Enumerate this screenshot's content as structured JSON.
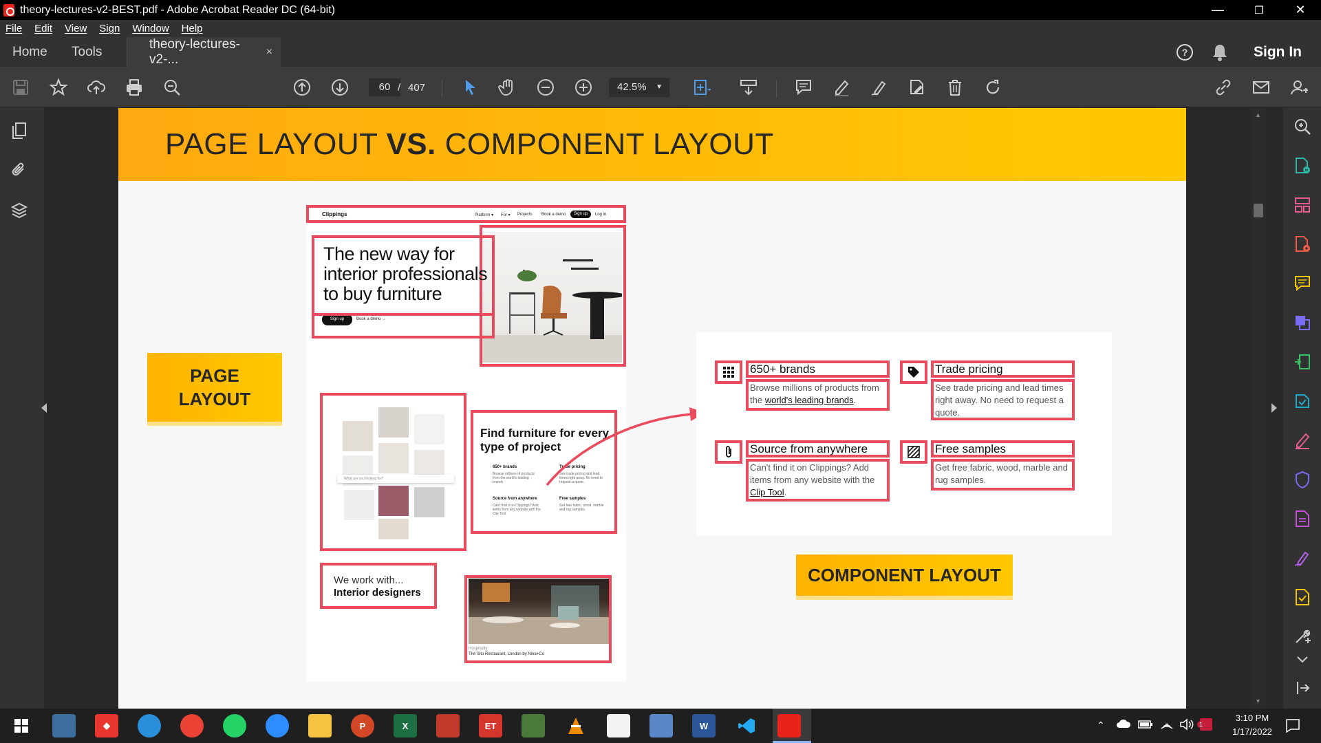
{
  "window": {
    "title": "theory-lectures-v2-BEST.pdf - Adobe Acrobat Reader DC (64-bit)",
    "minimize": "—",
    "restore": "❐",
    "close": "✕"
  },
  "menu": [
    "File",
    "Edit",
    "View",
    "Sign",
    "Window",
    "Help"
  ],
  "tabs": {
    "home": "Home",
    "tools": "Tools",
    "document": "theory-lectures-v2-...",
    "close": "×",
    "sign_in": "Sign In"
  },
  "toolbar": {
    "page_current": "60",
    "page_separator": "/",
    "page_total": "407",
    "zoom": "42.5%"
  },
  "slide": {
    "title_part1": "PAGE LAYOUT ",
    "title_bold": "VS.",
    "title_part2": " COMPONENT LAYOUT",
    "page_layout_line1": "PAGE",
    "page_layout_line2": "LAYOUT",
    "component_layout": "COMPONENT LAYOUT"
  },
  "mockup": {
    "logo": "Clippings",
    "nav": [
      "Platform ▾",
      "For ▾",
      "Projects",
      "Book a demo"
    ],
    "signup": "Sign up",
    "login": "Log in",
    "hero_title": "The new way for interior professionals to buy furniture",
    "hero_signup": "Sign up",
    "hero_demo": "Book a demo →",
    "search_placeholder": "What are you looking for?",
    "section_title": "Find furniture for every type of project",
    "mini_items": [
      {
        "title": "650+ brands",
        "desc": "Browse millions of products from the world's leading brands"
      },
      {
        "title": "Trade pricing",
        "desc": "See trade pricing and lead times right away. No need to request a quote."
      },
      {
        "title": "Source from anywhere",
        "desc": "Can't find it on Clippings? Add items from any website with the Clip Tool"
      },
      {
        "title": "Free samples",
        "desc": "Get free fabric, wood, marble and rug samples."
      }
    ],
    "we_work_line1": "We work with...",
    "we_work_line2": "Interior designers",
    "caption_line1": "Hospitality",
    "caption_line2": "The Sito Restaurant, London by Nina+Co"
  },
  "component": {
    "items": [
      {
        "title": "650+ brands",
        "desc_before": "Browse millions of products from the ",
        "link": "world's leading brands",
        "desc_after": "."
      },
      {
        "title": "Trade pricing",
        "desc": "See trade pricing and lead times right away. No need to request a quote."
      },
      {
        "title": "Source from anywhere",
        "desc_before": "Can't find it on Clippings? Add items from any website with the ",
        "link": "Clip Tool",
        "desc_after": "."
      },
      {
        "title": "Free samples",
        "desc": "Get free fabric, wood, marble and rug samples."
      }
    ]
  },
  "taskbar": {
    "time": "3:10 PM",
    "date": "1/17/2022",
    "notify_badge": "1"
  },
  "colors": {
    "highlight": "#e94a5c",
    "accent_yellow": "#ffb300",
    "acrobat_red": "#e8231c",
    "tool_blue": "#4f9be8"
  }
}
